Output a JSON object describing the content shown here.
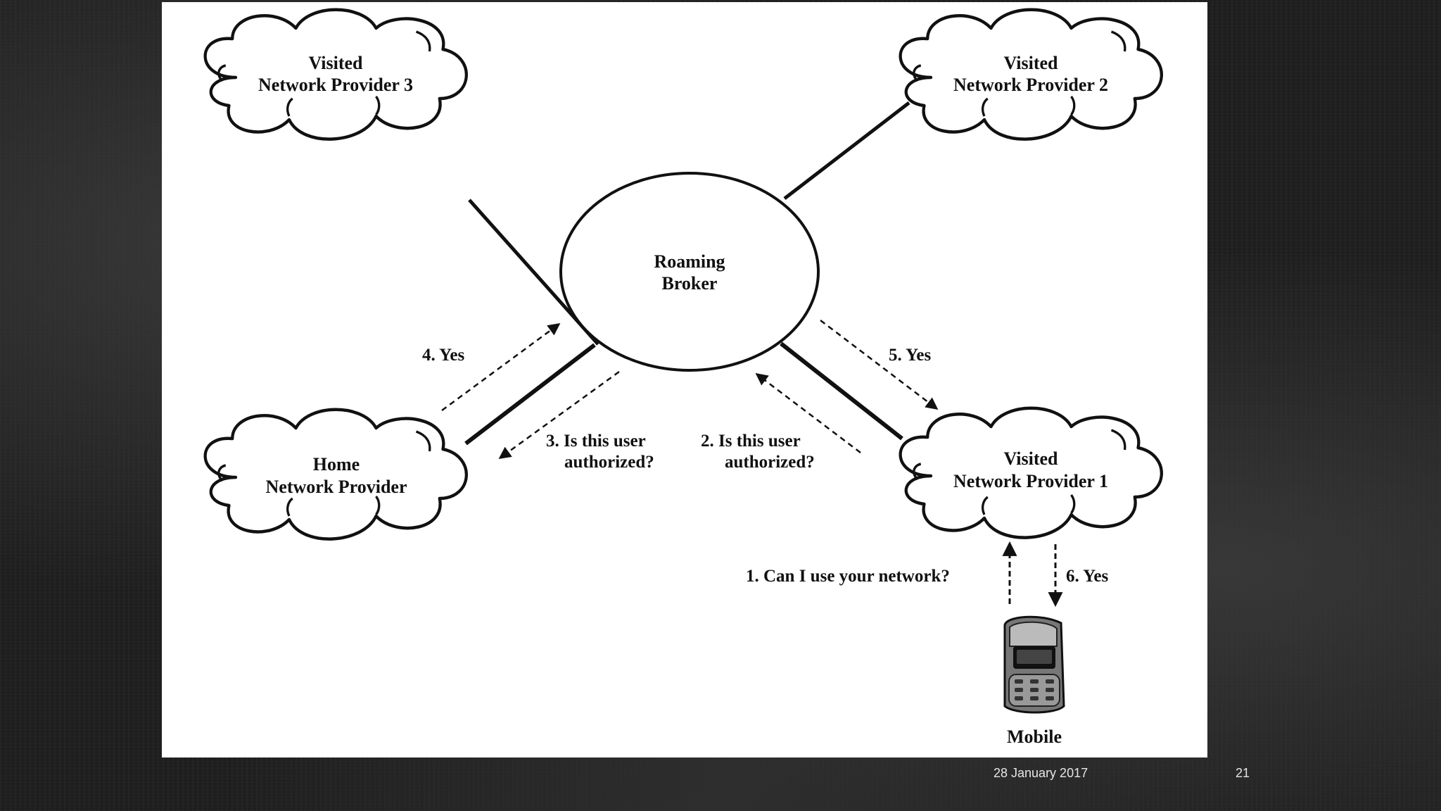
{
  "diagram": {
    "broker": {
      "line1": "Roaming",
      "line2": "Broker"
    },
    "provider3": {
      "line1": "Visited",
      "line2": "Network Provider  3"
    },
    "provider2": {
      "line1": "Visited",
      "line2": "Network Provider  2"
    },
    "home": {
      "line1": "Home",
      "line2": "Network Provider"
    },
    "provider1": {
      "line1": "Visited",
      "line2": "Network Provider 1"
    },
    "mobile": {
      "label": "Mobile"
    },
    "steps": {
      "step1": "1. Can I use your network?",
      "step2_line1": "2. Is this user",
      "step2_line2": "authorized?",
      "step3_line1": "3. Is this user",
      "step3_line2": "authorized?",
      "step4": "4. Yes",
      "step5": "5. Yes",
      "step6": "6. Yes"
    }
  },
  "footer": {
    "date": "28 January 2017",
    "page_number": "21"
  }
}
